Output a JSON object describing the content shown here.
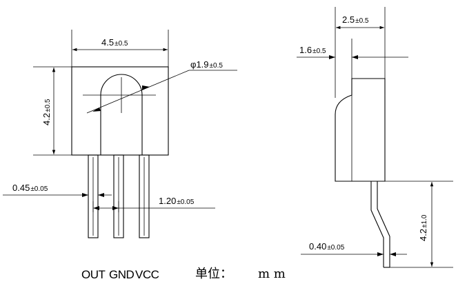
{
  "front_view": {
    "width_dim": {
      "value": "4.5",
      "tol": "±0.5"
    },
    "height_dim": {
      "value": "4.2",
      "tol": "±0.5"
    },
    "lens_dim": {
      "symbol": "φ",
      "value": "1.9",
      "tol": "±0.5"
    },
    "pin_width_dim": {
      "value": "0.45",
      "tol": "±0.05"
    },
    "pin_pitch_dim": {
      "value": "1.20",
      "tol": "±0.05"
    },
    "pin_labels": [
      "OUT",
      "GND",
      "VCC"
    ]
  },
  "side_view": {
    "depth_dim": {
      "value": "2.5",
      "tol": "±0.5"
    },
    "lens_depth_dim": {
      "value": "1.6",
      "tol": "±0.5"
    },
    "lead_thickness_dim": {
      "value": "0.40",
      "tol": "±0.05"
    },
    "lead_length_dim": {
      "value": "4.2",
      "tol": "±1.0"
    }
  },
  "unit_note": {
    "label": "单位：",
    "unit": "m m"
  }
}
